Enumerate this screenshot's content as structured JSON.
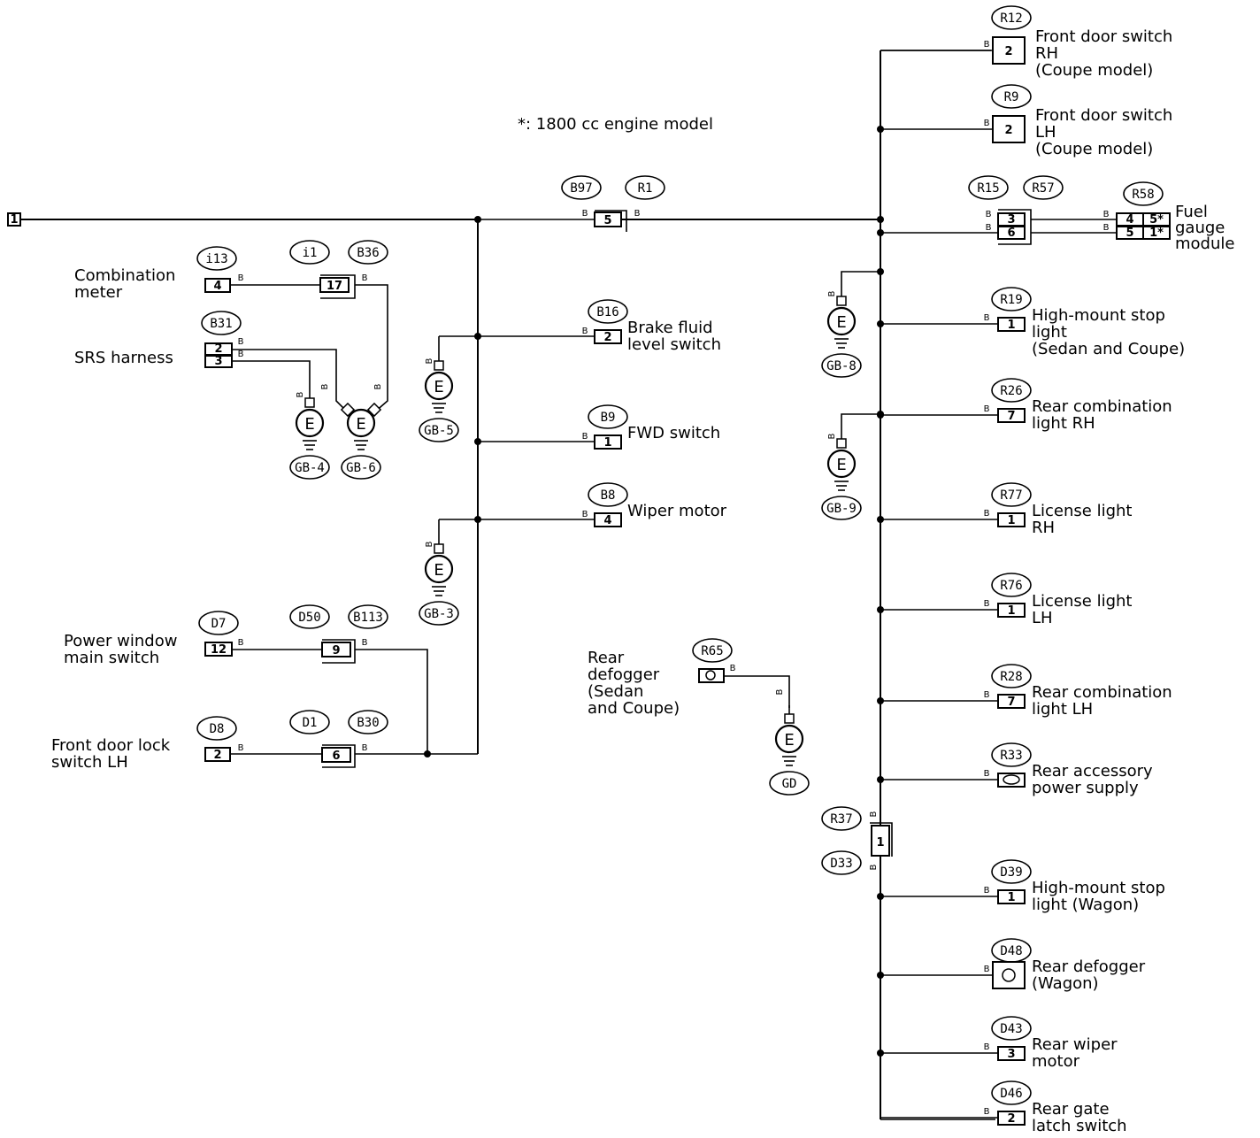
{
  "diagram": {
    "note": "*: 1800 cc engine model",
    "start_terminal": "1",
    "wire_color": "B",
    "ground_symbol": "E",
    "bus_connector": {
      "left_tag": "B97",
      "right_tag": "R1",
      "pin": "5"
    },
    "left_branches": [
      {
        "tag": "B16",
        "pin": "2",
        "label": [
          "Brake fluid",
          "level switch"
        ],
        "ground": "GB-5"
      },
      {
        "tag": "B9",
        "pin": "1",
        "label": [
          "FWD switch"
        ]
      },
      {
        "tag": "B8",
        "pin": "4",
        "label": [
          "Wiper motor"
        ],
        "ground": "GB-3"
      }
    ],
    "combination_meter": {
      "label": [
        "Combination",
        "meter"
      ],
      "tag": "i13",
      "pin": "4",
      "joint_tags": [
        "i1",
        "B36"
      ],
      "joint_pin": "17"
    },
    "srs_harness": {
      "label": "SRS harness",
      "tag": "B31",
      "pins": [
        "2",
        "3"
      ],
      "grounds": [
        "GB-4",
        "GB-6"
      ]
    },
    "power_window": {
      "label": [
        "Power window",
        "main switch"
      ],
      "tag": "D7",
      "pin": "12",
      "joint_tags": [
        "D50",
        "B113"
      ],
      "joint_pin": "9"
    },
    "door_lock": {
      "label": [
        "Front door lock",
        "switch LH"
      ],
      "tag": "D8",
      "pin": "2",
      "joint_tags": [
        "D1",
        "B30"
      ],
      "joint_pin": "6"
    },
    "rear_defogger_sedan": {
      "label": [
        "Rear",
        "defogger",
        "(Sedan",
        " and Coupe)"
      ],
      "tag": "R65",
      "ground": "GD"
    },
    "fuel_gauge": {
      "label": [
        "Fuel",
        "gauge",
        "module"
      ],
      "joint_tags": [
        "R15",
        "R57"
      ],
      "joint_pins": [
        "3",
        "6"
      ],
      "tag": "R58",
      "pins_left": [
        "4",
        "5"
      ],
      "pins_right": [
        "5*",
        "1*"
      ]
    },
    "right_grounds": [
      "GB-8",
      "GB-9"
    ],
    "r37_d33": {
      "tags": [
        "R37",
        "D33"
      ],
      "pin": "1"
    },
    "right_branches": [
      {
        "tag": "R12",
        "pin": "2",
        "label": [
          "Front door switch",
          "RH",
          "(Coupe model)"
        ]
      },
      {
        "tag": "R9",
        "pin": "2",
        "label": [
          "Front door switch",
          "LH",
          "(Coupe model)"
        ]
      },
      {
        "tag": "R19",
        "pin": "1",
        "label": [
          "High-mount stop",
          "light",
          "(Sedan and Coupe)"
        ]
      },
      {
        "tag": "R26",
        "pin": "7",
        "label": [
          "Rear combination",
          "light RH"
        ]
      },
      {
        "tag": "R77",
        "pin": "1",
        "label": [
          "License light",
          "RH"
        ]
      },
      {
        "tag": "R76",
        "pin": "1",
        "label": [
          "License light",
          "LH"
        ]
      },
      {
        "tag": "R28",
        "pin": "7",
        "label": [
          "Rear combination",
          "light LH"
        ]
      },
      {
        "tag": "R33",
        "pin": "",
        "label": [
          "Rear accessory",
          "power supply"
        ]
      },
      {
        "tag": "D39",
        "pin": "1",
        "label": [
          "High-mount stop",
          "light (Wagon)"
        ]
      },
      {
        "tag": "D48",
        "pin": "",
        "label": [
          "Rear defogger",
          "(Wagon)"
        ]
      },
      {
        "tag": "D43",
        "pin": "3",
        "label": [
          "Rear wiper",
          "motor"
        ]
      },
      {
        "tag": "D46",
        "pin": "2",
        "label": [
          "Rear gate",
          "latch switch"
        ]
      }
    ]
  }
}
